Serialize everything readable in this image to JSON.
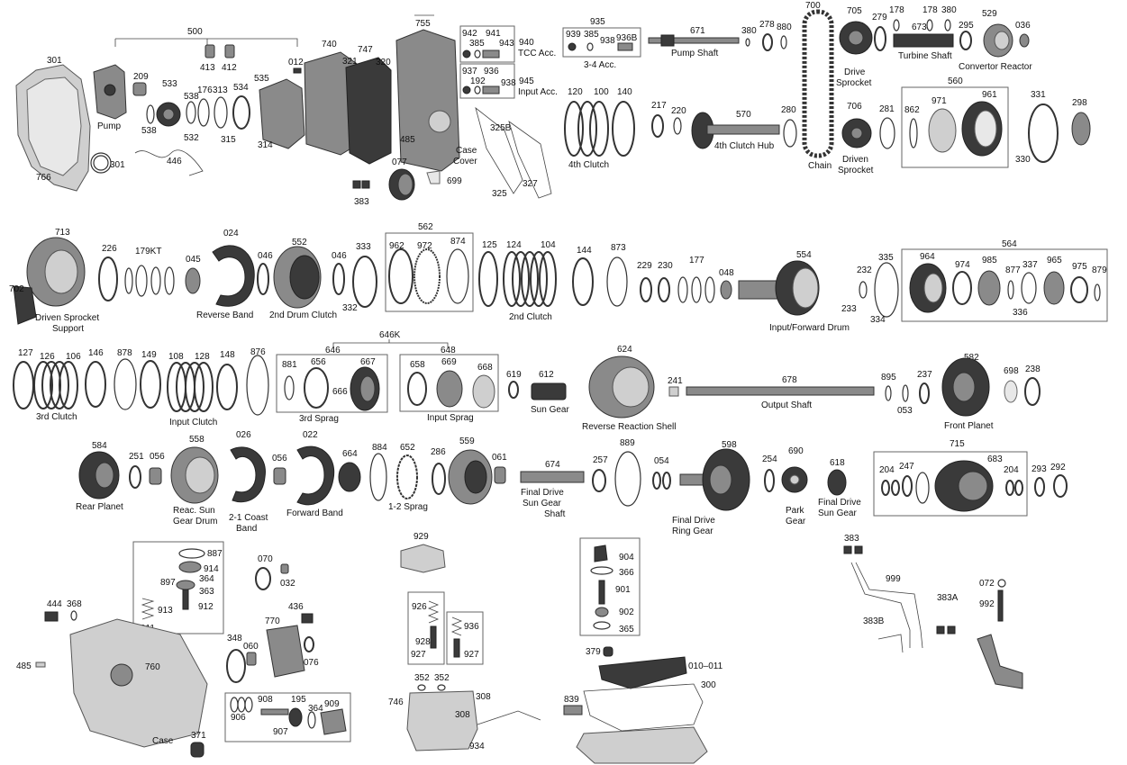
{
  "numbers": {
    "n301a": "301",
    "n301b": "301",
    "n766": "766",
    "n209": "209",
    "n533": "533",
    "n538a": "538",
    "n538b": "538",
    "n176": "176",
    "n313": "313",
    "n534": "534",
    "n535": "535",
    "n532": "532",
    "n446": "446",
    "n315": "315",
    "n314": "314",
    "n500": "500",
    "n413": "413",
    "n412": "412",
    "n012": "012",
    "n740": "740",
    "n321": "321",
    "n747": "747",
    "n320": "320",
    "n755": "755",
    "n485a": "485",
    "n077": "077",
    "n383a": "383",
    "n699": "699",
    "n942": "942",
    "n941": "941",
    "n385a": "385",
    "n943": "943",
    "n940": "940",
    "n937": "937",
    "n936a": "936",
    "n192": "192",
    "n938a": "938",
    "n945": "945",
    "n325b": "325B",
    "n325": "325",
    "n327": "327",
    "n935": "935",
    "n939": "939",
    "n385b": "385",
    "n938b": "938",
    "n936b": "936B",
    "n671": "671",
    "n380a": "380",
    "n278": "278",
    "n880": "880",
    "n700": "700",
    "n705": "705",
    "n279": "279",
    "n178a": "178",
    "n178b": "178",
    "n380b": "380",
    "n673": "673",
    "n295": "295",
    "n529": "529",
    "n036": "036",
    "n120": "120",
    "n100": "100",
    "n140": "140",
    "n217": "217",
    "n220": "220",
    "n570": "570",
    "n280": "280",
    "n706": "706",
    "n281": "281",
    "n560": "560",
    "n862": "862",
    "n971": "971",
    "n961": "961",
    "n331": "331",
    "n298": "298",
    "n330": "330",
    "n713": "713",
    "n226": "226",
    "n179kt": "179KT",
    "n045": "045",
    "n024": "024",
    "n046a": "046",
    "n552": "552",
    "n046b": "046",
    "n333": "333",
    "n332": "332",
    "n702": "702",
    "n562": "562",
    "n962": "962",
    "n972": "972",
    "n874": "874",
    "n125": "125",
    "n124": "124",
    "n104": "104",
    "n144": "144",
    "n873": "873",
    "n229": "229",
    "n230": "230",
    "n177": "177",
    "n048": "048",
    "n554": "554",
    "n232": "232",
    "n233": "233",
    "n335": "335",
    "n334": "334",
    "n564": "564",
    "n964": "964",
    "n974": "974",
    "n985": "985",
    "n877": "877",
    "n337": "337",
    "n965": "965",
    "n975": "975",
    "n879": "879",
    "n336": "336",
    "n127": "127",
    "n126": "126",
    "n106": "106",
    "n146": "146",
    "n878": "878",
    "n149": "149",
    "n108": "108",
    "n128": "128",
    "n148": "148",
    "n876": "876",
    "n646k": "646K",
    "n646": "646",
    "n648": "648",
    "n881": "881",
    "n656": "656",
    "n667": "667",
    "n666": "666",
    "n658": "658",
    "n669": "669",
    "n668": "668",
    "n619": "619",
    "n612": "612",
    "n624": "624",
    "n241": "241",
    "n678": "678",
    "n895": "895",
    "n237": "237",
    "n053": "053",
    "n582": "582",
    "n698": "698",
    "n238": "238",
    "n584": "584",
    "n251": "251",
    "n056a": "056",
    "n558": "558",
    "n026": "026",
    "n056b": "056",
    "n022": "022",
    "n664": "664",
    "n884": "884",
    "n652": "652",
    "n286": "286",
    "n559": "559",
    "n061": "061",
    "n674": "674",
    "n257": "257",
    "n889": "889",
    "n054": "054",
    "n598": "598",
    "n254": "254",
    "n690": "690",
    "n618": "618",
    "n715": "715",
    "n204a": "204",
    "n247": "247",
    "n683": "683",
    "n204b": "204",
    "n293": "293",
    "n292": "292",
    "n887": "887",
    "n914": "914",
    "n897": "897",
    "n364a": "364",
    "n363": "363",
    "n913": "913",
    "n912": "912",
    "n911": "911",
    "n070": "070",
    "n032": "032",
    "n436": "436",
    "n770": "770",
    "n348": "348",
    "n060": "060",
    "n076": "076",
    "n444": "444",
    "n368": "368",
    "n485b": "485",
    "n760": "760",
    "n371": "371",
    "n908": "908",
    "n195": "195",
    "n364b": "364",
    "n909": "909",
    "n906": "906",
    "n907": "907",
    "n929": "929",
    "n926": "926",
    "n928": "928",
    "n927a": "927",
    "n936c": "936",
    "n927b": "927",
    "n352a": "352",
    "n352b": "352",
    "n746": "746",
    "n308a": "308",
    "n308b": "308",
    "n934": "934",
    "n904": "904",
    "n366": "366",
    "n901": "901",
    "n902": "902",
    "n365": "365",
    "n379": "379",
    "n010": "010–011",
    "n300": "300",
    "n839": "839",
    "n383b": "383",
    "n999": "999",
    "n383a2": "383A",
    "n383bb": "383B",
    "n072": "072",
    "n992": "992"
  },
  "captions": {
    "pump": "Pump",
    "case_cover": [
      "Case",
      "Cover"
    ],
    "tcc_acc": "TCC Acc.",
    "input_acc": "Input Acc.",
    "acc_34": "3-4 Acc.",
    "pump_shaft": "Pump Shaft",
    "clutch_4th": "4th Clutch",
    "clutch_hub_4th": "4th Clutch Hub",
    "chain": "Chain",
    "drive_sprocket": [
      "Drive",
      "Sprocket"
    ],
    "driven_sprocket": [
      "Driven",
      "Sprocket"
    ],
    "turbine_shaft": "Turbine Shaft",
    "convertor_reactor": "Convertor Reactor",
    "driven_sprocket_support": [
      "Driven Sprocket",
      "Support"
    ],
    "reverse_band": "Reverse Band",
    "drum_clutch_2nd": "2nd Drum Clutch",
    "clutch_2nd": "2nd Clutch",
    "input_forward_drum": "Input/Forward Drum",
    "clutch_3rd": "3rd Clutch",
    "input_clutch": "Input Clutch",
    "sprag_3rd": "3rd Sprag",
    "input_sprag": "Input Sprag",
    "sun_gear": "Sun Gear",
    "reverse_reaction_shell": "Reverse Reaction Shell",
    "output_shaft": "Output Shaft",
    "front_planet": "Front Planet",
    "rear_planet": "Rear Planet",
    "reac_sun_gear_drum": [
      "Reac. Sun",
      "Gear Drum"
    ],
    "coast_band": [
      "2-1 Coast",
      "Band"
    ],
    "forward_band": "Forward Band",
    "sprag_12": "1-2 Sprag",
    "final_drive_sun_gear_shaft": [
      "Final Drive",
      "Sun Gear",
      "Shaft"
    ],
    "final_drive_ring_gear": [
      "Final Drive",
      "Ring Gear"
    ],
    "park_gear": [
      "Park",
      "Gear"
    ],
    "final_drive_sun_gear": [
      "Final Drive",
      "Sun Gear"
    ],
    "case": "Case"
  }
}
